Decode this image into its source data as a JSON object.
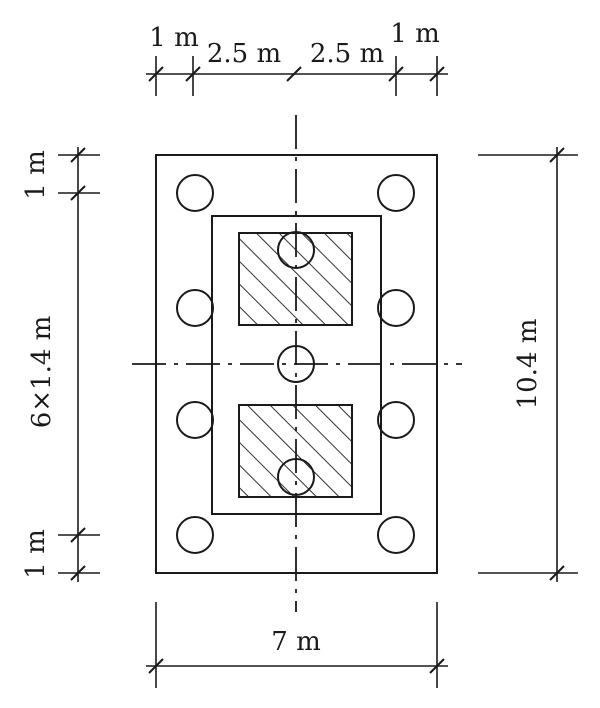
{
  "dimensions": {
    "top_1": "1 m",
    "top_2": "2.5 m",
    "top_3": "2.5 m",
    "top_4": "1 m",
    "left_top": "1 m",
    "left_mid": "6×1.4 m",
    "left_bottom": "1 m",
    "right_total": "10.4 m",
    "bottom_total": "7 m"
  }
}
